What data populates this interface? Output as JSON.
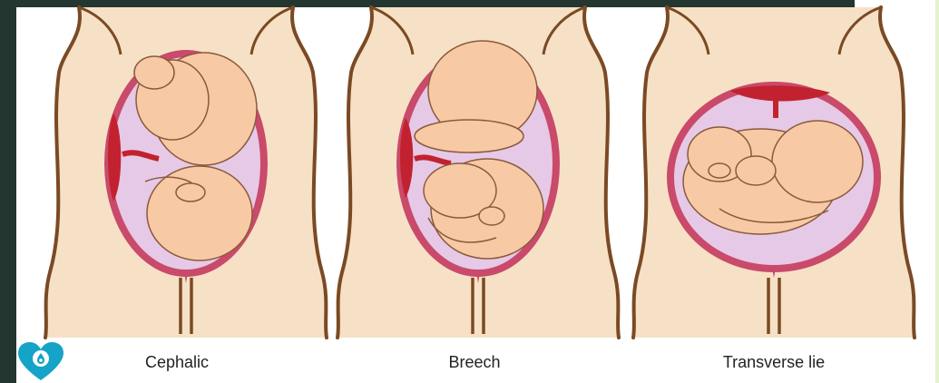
{
  "diagram": {
    "positions": [
      {
        "label": "Cephalic"
      },
      {
        "label": "Breech"
      },
      {
        "label": "Transverse lie"
      }
    ]
  },
  "logo": {
    "icon": "heart-drop-icon",
    "color": "#15a3c7"
  },
  "colors": {
    "skin": "#f6e1c6",
    "outline": "#7a4a24",
    "uterus_wall": "#c94a6a",
    "amniotic": "#e6c9e6",
    "placenta": "#c2222f",
    "fetus": "#f8c9a5"
  }
}
